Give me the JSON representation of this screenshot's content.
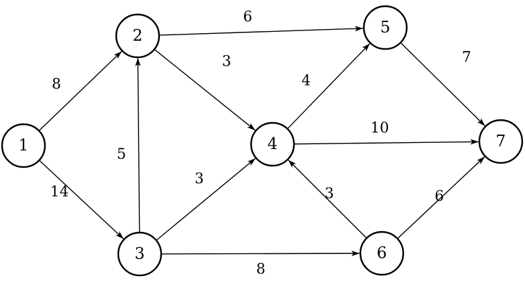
{
  "graph": {
    "nodes": [
      {
        "id": "1",
        "label": "1"
      },
      {
        "id": "2",
        "label": "2"
      },
      {
        "id": "3",
        "label": "3"
      },
      {
        "id": "4",
        "label": "4"
      },
      {
        "id": "5",
        "label": "5"
      },
      {
        "id": "6",
        "label": "6"
      },
      {
        "id": "7",
        "label": "7"
      }
    ],
    "edges": [
      {
        "from": "1",
        "to": "2",
        "weight": "8"
      },
      {
        "from": "1",
        "to": "3",
        "weight": "14"
      },
      {
        "from": "3",
        "to": "2",
        "weight": "5"
      },
      {
        "from": "2",
        "to": "5",
        "weight": "6"
      },
      {
        "from": "2",
        "to": "4",
        "weight": "3"
      },
      {
        "from": "3",
        "to": "4",
        "weight": "3"
      },
      {
        "from": "3",
        "to": "6",
        "weight": "8"
      },
      {
        "from": "4",
        "to": "5",
        "weight": "4"
      },
      {
        "from": "4",
        "to": "7",
        "weight": "10"
      },
      {
        "from": "6",
        "to": "4",
        "weight": "3"
      },
      {
        "from": "5",
        "to": "7",
        "weight": "7"
      },
      {
        "from": "6",
        "to": "7",
        "weight": "6"
      }
    ]
  }
}
